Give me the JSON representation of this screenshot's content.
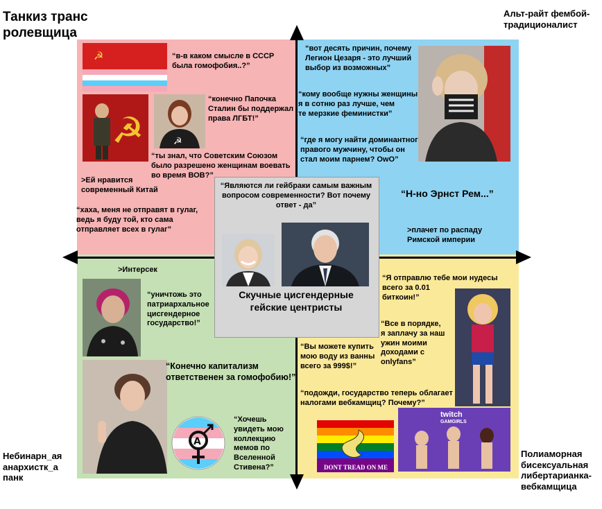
{
  "corners": {
    "top_left": "Танкиз транс\nролевщица",
    "top_right": "Альт-райт фембой-\nтрадиционалист",
    "bottom_left": "Небинарн_ая\nанархистк_а\nпанк",
    "bottom_right": "Полиаморная\nбисексуальная\nлибертарианка-\nвебкамщица"
  },
  "top_left": {
    "quote1": "“в-в каком смысле в СССР\nбыла гомофобия..?”",
    "quote2": "“конечно Папочка\nСталин бы поддержал\nправа ЛГБТ!”",
    "quote3": "“ты знал, что Советским Союзом\nбыло разрешено женщинам воевать\nво время ВОВ?”",
    "greentext": ">Ей нравится\nсовременный Китай",
    "quote4": "“хаха, меня не отправят в гулаг,\nведь я буду той, кто сама\nотправляет всех в гулаг”"
  },
  "top_right": {
    "quote1": "“вот десять причин, почему\nЛегион Цезаря - это лучший\nвыбор из возможных”",
    "quote2": "“кому вообще нужны женщины?\nя в сотню раз лучше, чем\nте мерзкие феминистки”",
    "quote3": "“где я могу найти доминантного\nправого мужчину, чтобы он\nстал моим парнем? OwO”",
    "quote4": "“Н-но Эрнст Рем...”",
    "greentext": ">плачет по распаду\nРимской империи"
  },
  "center": {
    "question": "“Являются ли гейбраки самым важным\nвопросом современности? Вот почему\nответ - да”",
    "label": "Скучные цисгендерные\nгейские центристы"
  },
  "bottom_left": {
    "greentext": ">Интерсек",
    "quote1": "“уничтожь это\nпатриархальное\nцисгендерное\nгосударство!”",
    "quote2": "“Конечно капитализм\nответственен за гомофобию!”",
    "quote3": "“Хочешь\nувидеть мою\nколлекцию\nмемов по\nВселенной\nСтивена?”"
  },
  "bottom_right": {
    "quote1": "“Я отправлю тебе мои нудесы\nвсего за 0.01\nбиткоин!”",
    "quote2": "“Все в порядке,\nя заплачу за наш\nужин моими\nдоходами с\nonlyfans”",
    "quote3": "“Вы можете купить\nмою воду из ванны\nвсего за 999$!”",
    "quote4": "“подожди, государство теперь облагает\nналогами вебкамщиц? Почему?”",
    "flag_caption": "DONT TREAD ON ME",
    "twitch_label": "twitch",
    "twitch_sub": "GAMGIRLS"
  },
  "colors": {
    "top_left": "#f6b4b5",
    "top_right": "#8fd3f2",
    "bottom_left": "#c5e0b4",
    "bottom_right": "#fbe99a",
    "center": "#d6d6d6"
  }
}
